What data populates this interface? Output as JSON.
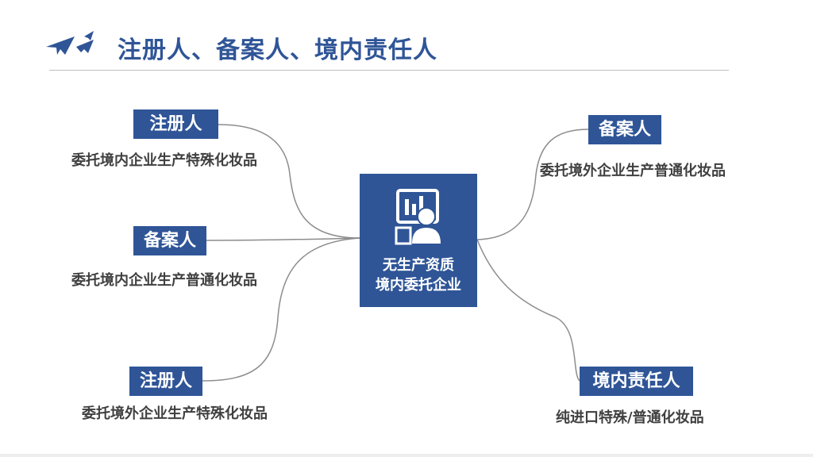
{
  "header": {
    "title": "注册人、备案人、境内责任人",
    "icon": "paper-plane-icon"
  },
  "colors": {
    "accent": "#2f5597",
    "line": "#8c8c8c"
  },
  "center": {
    "icon": "dashboard-user-icon",
    "line1": "无生产资质",
    "line2": "境内委托企业"
  },
  "nodes": [
    {
      "label": "注册人",
      "desc": "委托境内企业生产特殊化妆品"
    },
    {
      "label": "备案人",
      "desc": "委托境内企业生产普通化妆品"
    },
    {
      "label": "注册人",
      "desc": "委托境外企业生产特殊化妆品"
    },
    {
      "label": "备案人",
      "desc": "委托境外企业生产普通化妆品"
    },
    {
      "label": "境内责任人",
      "desc": "纯进口特殊/普通化妆品"
    }
  ]
}
